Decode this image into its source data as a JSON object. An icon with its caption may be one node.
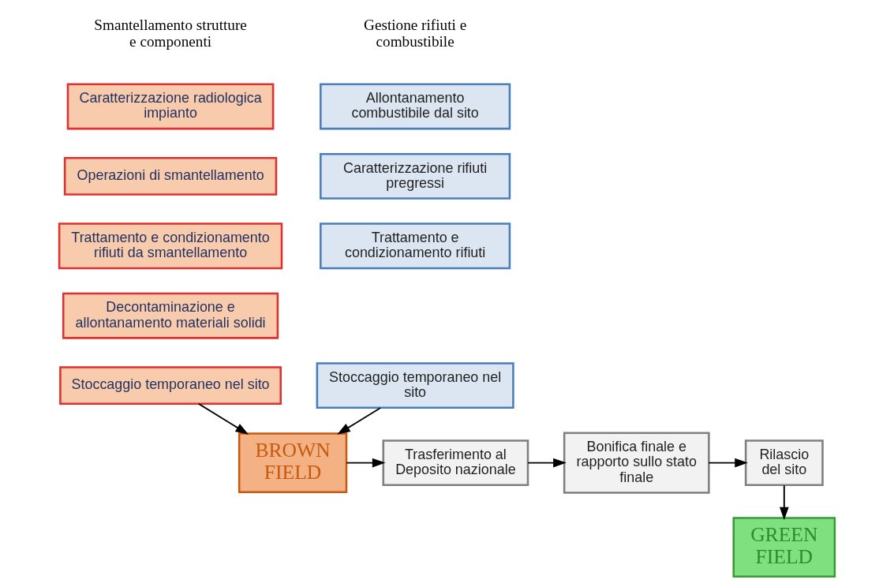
{
  "diagram": {
    "nodes": [
      {
        "text": [
          "Allontanamento combustibile dal sito"
        ]
      },
      {
        "text": [
          "Caratterizzazione rifiuti pregressi"
        ]
      },
      {
        "text": [
          "Trattamento e condizionamento rifiuti"
        ]
      },
      {
        "text": [
          "Stoccaggio temporaneo nel sito"
        ]
      },
      {
        "text": [
          "Caratterizzazione radiologica impianto"
        ]
      },
      {
        "text": [
          "Operazioni di smantellamento"
        ]
      },
      {
        "text": [
          "Trattamento e condizionamento rifiuti da smantellamento"
        ]
      },
      {
        "text": [
          "Decontaminazione e allontanamento materiali solidi"
        ]
      },
      {
        "text": [
          "Stoccaggio temporaneo nel sito"
        ]
      },
      {
        "text": [
          "GREEN FIELD"
        ]
      },
      {
        "text": [
          "BROWN FIELD"
        ]
      },
      {
        "text": [
          "Trasferimento al Deposito nazionale"
        ]
      },
      {
        "text": [
          "Bonifica finale e rapporto sullo stato finale"
        ]
      },
      {
        "text": [
          "Rilascio del sito"
        ]
      }
    ],
    "edges": [
      {
        "from": 3,
        "to": 10,
        "arrow": "to"
      },
      {
        "from": 8,
        "to": 10,
        "arrow": "to"
      },
      {
        "from": 10,
        "to": 11,
        "arrow": "to"
      },
      {
        "from": 11,
        "to": 12,
        "arrow": "to"
      },
      {
        "from": 12,
        "to": 13,
        "arrow": "to"
      },
      {
        "from": 13,
        "to": 9,
        "arrow": "to"
      }
    ],
    "labels": [
      "Smantellamento strutture e componenti",
      "Gestione rifiuti e combustibile"
    ]
  }
}
